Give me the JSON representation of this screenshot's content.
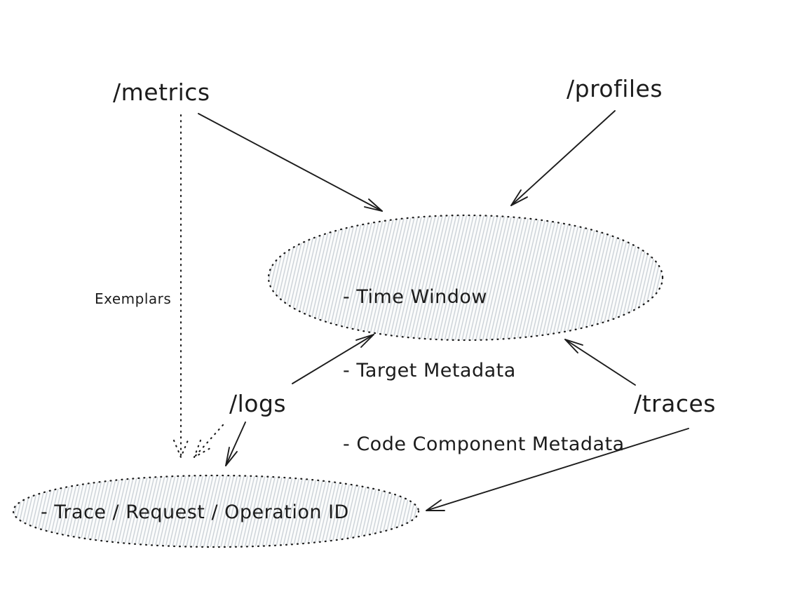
{
  "diagram": {
    "colors": {
      "background": "#ffffff",
      "stroke": "#1c1c1c",
      "hatch": "#c6cdd3"
    },
    "labels": {
      "metrics": "/metrics",
      "profiles": "/profiles",
      "logs": "/logs",
      "traces": "/traces",
      "exemplars": "Exemplars"
    },
    "metadata_ellipse": {
      "shape": "ellipse",
      "border": "dotted",
      "fill": "hachure",
      "items": [
        "- Time Window",
        "- Target Metadata",
        "- Code Component Metadata"
      ]
    },
    "trace_id_ellipse": {
      "shape": "ellipse",
      "border": "dotted",
      "fill": "hachure",
      "items": [
        "- Trace / Request / Operation ID"
      ]
    },
    "edges": [
      {
        "from": "/metrics",
        "to": "metadata_ellipse",
        "style": "solid"
      },
      {
        "from": "/profiles",
        "to": "metadata_ellipse",
        "style": "solid"
      },
      {
        "from": "/logs",
        "to": "metadata_ellipse",
        "style": "solid"
      },
      {
        "from": "/traces",
        "to": "metadata_ellipse",
        "style": "solid"
      },
      {
        "from": "/logs",
        "to": "trace_id_ellipse",
        "style": "solid"
      },
      {
        "from": "/traces",
        "to": "trace_id_ellipse",
        "style": "solid"
      },
      {
        "from": "/metrics",
        "to": "trace_id_ellipse",
        "style": "dotted",
        "label": "Exemplars"
      },
      {
        "from": "/logs",
        "to": "trace_id_ellipse",
        "style": "dotted"
      }
    ]
  }
}
